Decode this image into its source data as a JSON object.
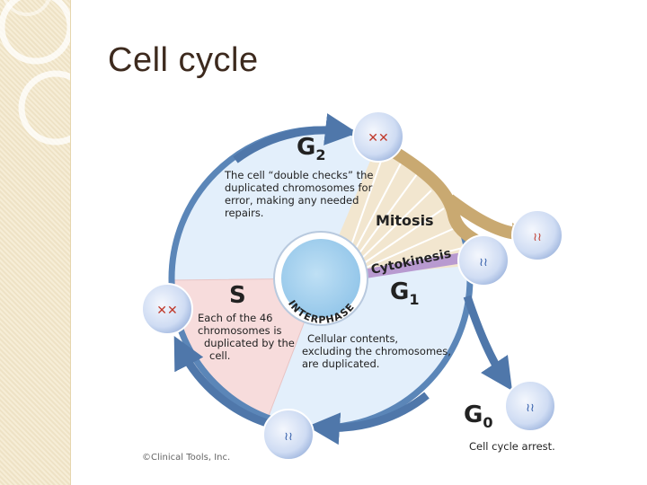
{
  "slide": {
    "title": "Cell cycle"
  },
  "diagram": {
    "phases": {
      "g2": {
        "label": "G",
        "sub": "2",
        "description": [
          "The cell “double checks” the",
          "duplicated chromosomes for",
          "error, making any needed",
          "repairs."
        ]
      },
      "s": {
        "label": "S",
        "description": [
          "Each of the 46",
          "chromosomes is",
          "duplicated by the",
          "cell."
        ]
      },
      "g1": {
        "label": "G",
        "sub": "1",
        "description": [
          "Cellular contents,",
          "excluding the chromosomes,",
          "are duplicated."
        ]
      },
      "g0": {
        "label": "G",
        "sub": "0",
        "description": "Cell cycle arrest."
      },
      "mitosis": "Mitosis",
      "cytokinesis": "Cytokinesis",
      "interphase": "INTERPHASE"
    },
    "copyright": "©Clinical Tools, Inc.",
    "colors": {
      "ring": "#5b86b8",
      "arrow": "#4f77aa",
      "interphase_fill": "#e3effb",
      "s_fill": "#f7dcdc",
      "mitosis_fill": "#f2e6cf",
      "mitosis_arrow": "#c9a971",
      "cytokinesis_band": "#b89ad0",
      "cell_fill": "#cfdcf3",
      "chromosome_red": "#c0392b",
      "chromosome_blue": "#2e5aa8",
      "title": "#3d2a1e"
    }
  }
}
